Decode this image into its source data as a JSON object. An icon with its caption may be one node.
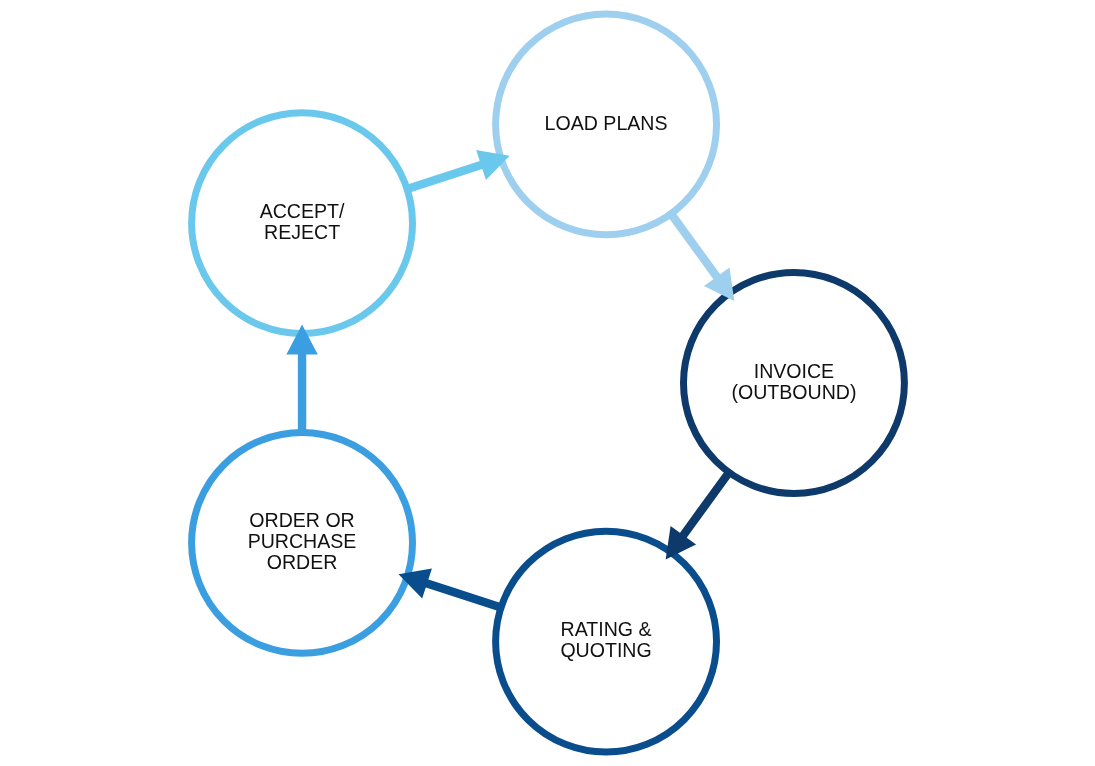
{
  "diagram": {
    "nodes": [
      {
        "text": [
          "RATING & QUOTING"
        ]
      },
      {
        "text": [
          "ORDER OR PURCHASE ORDER"
        ]
      },
      {
        "text": [
          "ACCEPT/ REJECT"
        ]
      },
      {
        "text": [
          "LOAD PLANS"
        ]
      },
      {
        "text": [
          "INVOICE (OUTBOUND)"
        ]
      }
    ],
    "edges": [
      {
        "from": 0,
        "to": 1,
        "arrow": "to",
        "color": "#0a4d8c"
      },
      {
        "from": 1,
        "to": 2,
        "arrow": "to",
        "color": "#3a9ee0"
      },
      {
        "from": 2,
        "to": 3,
        "arrow": "to",
        "color": "#6ac8ec"
      },
      {
        "from": 3,
        "to": 4,
        "arrow": "to",
        "color": "#9ecfee"
      },
      {
        "from": 4,
        "to": 0,
        "arrow": "to",
        "color": "#0d3a6b"
      }
    ]
  }
}
